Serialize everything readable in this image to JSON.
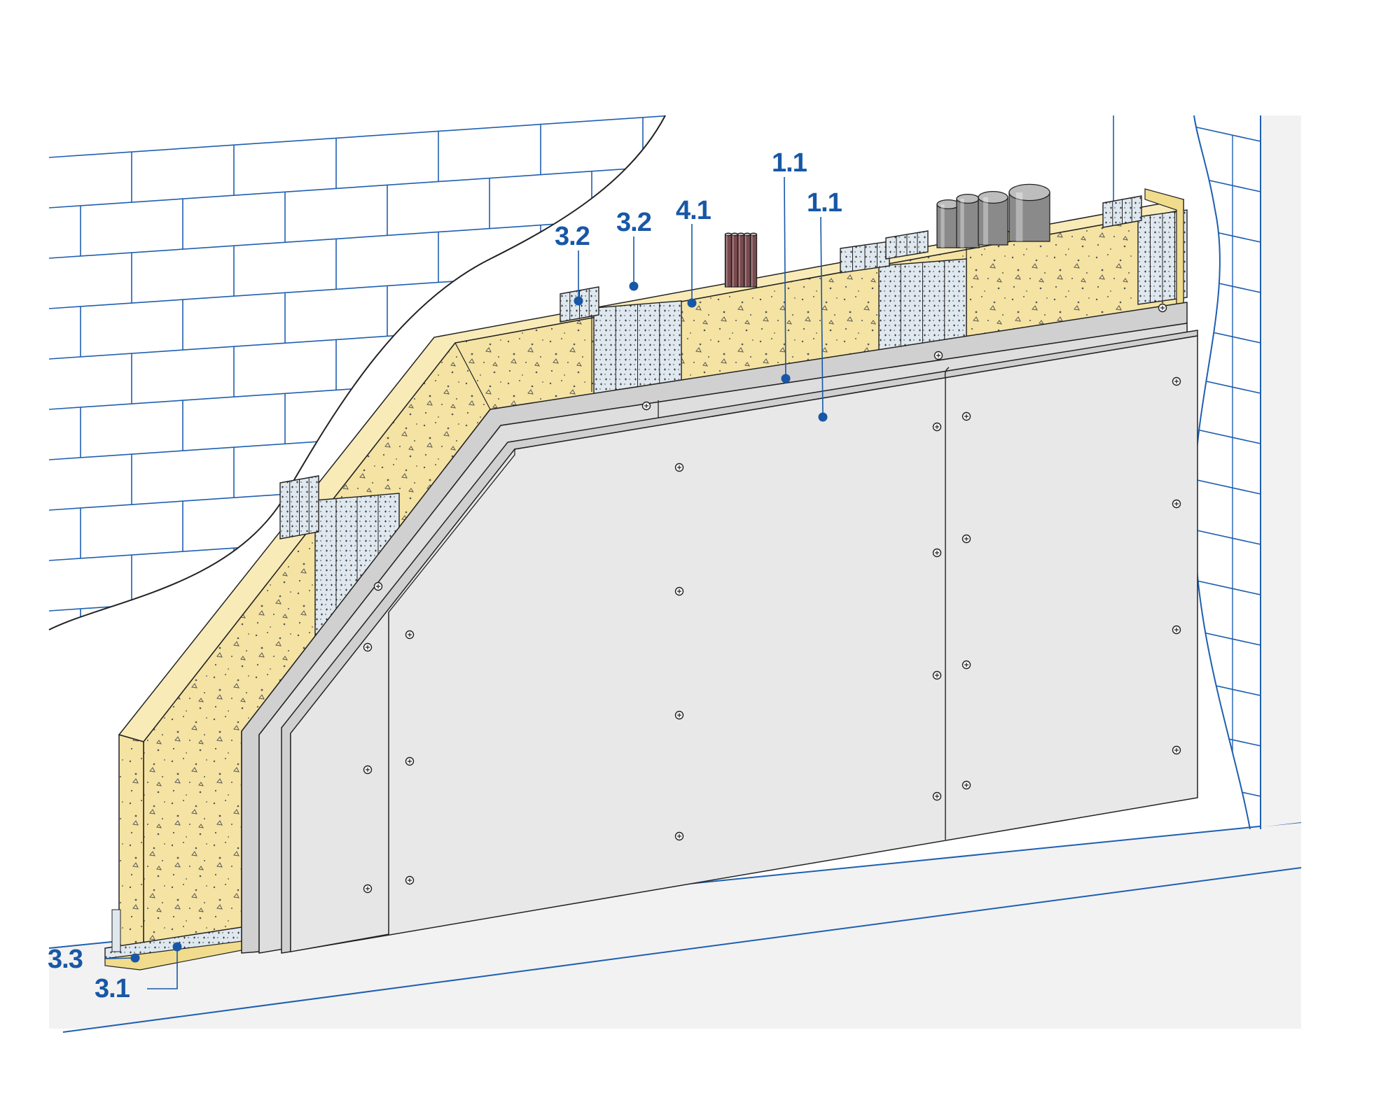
{
  "colors": {
    "brick_line": "#1f5fb0",
    "callout": "#1757a6",
    "insulation": "#f5e3a3",
    "insulation_dark": "#e6cf86",
    "board": "#e8e8e8",
    "board_edge": "#d0d0d0",
    "stud": "#dfe8ef",
    "floor": "#f2f2f2",
    "outline": "#222222",
    "pipe_grey": "#8a8a8a",
    "pipe_red": "#7a4a4f",
    "track_wood": "#f0dc8c"
  },
  "callouts": [
    {
      "id": "outer-board",
      "label": "1.1"
    },
    {
      "id": "inner-board",
      "label": "1.1"
    },
    {
      "id": "stud-left",
      "label": "3.2"
    },
    {
      "id": "stud-right",
      "label": "3.2"
    },
    {
      "id": "insulation",
      "label": "4.1"
    },
    {
      "id": "floor-strip",
      "label": "3.3"
    },
    {
      "id": "floor-track",
      "label": "3.1"
    }
  ]
}
